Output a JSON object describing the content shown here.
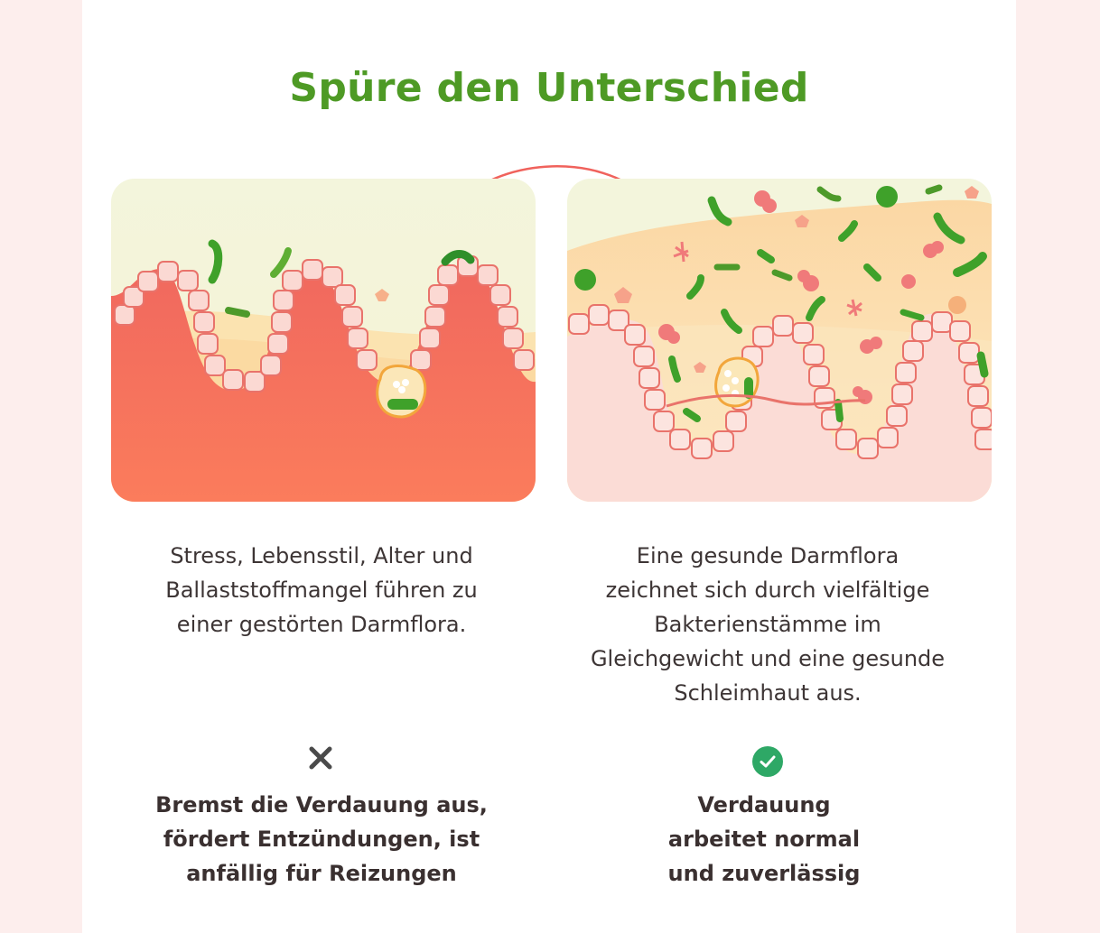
{
  "title": "Spüre den Unterschied",
  "colors": {
    "title_green": "#4e9a25",
    "background_pink": "#fdeeed",
    "arrow_red": "#f0625c",
    "check_green": "#2ea866",
    "x_gray": "#4a4a4a"
  },
  "left": {
    "description": [
      "Stress, Lebensstil, Alter und",
      "Ballaststoffmangel führen zu",
      "einer gestörten Darmflora."
    ],
    "status_icon": "x-icon",
    "verdict": [
      "Bremst die Verdauung aus,",
      "fördert Entzündungen, ist",
      "anfällig für Reizungen"
    ]
  },
  "right": {
    "description": [
      "Eine gesunde Darmflora",
      "zeichnet sich durch vielfältige",
      "Bakterienstämme im",
      "Gleichgewicht und eine gesunde",
      "Schleimhaut aus."
    ],
    "status_icon": "check-icon",
    "verdict": [
      "Verdauung",
      "arbeitet normal",
      "und zuverlässig"
    ]
  }
}
